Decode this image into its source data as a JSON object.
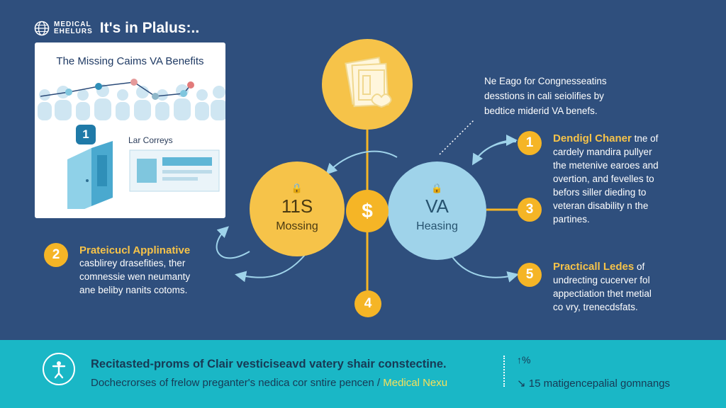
{
  "header": {
    "brand_line1": "MEDICAL",
    "brand_line2": "EHELURS",
    "title": "It's in Plalus:.."
  },
  "card": {
    "title": "The Missing Caims VA Benefits",
    "badge": "1",
    "label": "Lar Correys"
  },
  "center": {
    "missing_amount": "11S",
    "missing_label": "Mossing",
    "va_title": "VA",
    "va_label": "Heasing",
    "dollar": "$"
  },
  "note": {
    "lines": [
      "Ne Eago for Congnesseatins",
      "desstions in cali seiolifies by",
      "bedtice miderid VA benefs."
    ]
  },
  "annotations": {
    "a1": {
      "num": "1",
      "title": "Dendigl Chaner",
      "title_rest": " tne of",
      "lines": [
        "cardely mandira pullyer",
        "the metenive earoes and",
        "overtion, and fevelles to",
        "befors siller dieding to",
        "veteran disability n the",
        "partines."
      ]
    },
    "a2": {
      "num": "2",
      "title": "Prateicucl Applinative",
      "lines": [
        "casblirey drasefities, ther",
        "comnessie wen neumanty",
        "ane beliby nanits cotoms."
      ]
    },
    "a3": {
      "num": "3"
    },
    "a4": {
      "num": "4"
    },
    "a5": {
      "num": "5",
      "title": "Practicall Ledes",
      "title_rest": " of",
      "lines": [
        "undrecting cucerver fol",
        "appectiation thet metial",
        "co vry, trenecdsfats."
      ]
    }
  },
  "footer": {
    "line1": "Recitasted-proms of Clair vesticiseavd vatery shair constectine.",
    "line2_prefix": "Dochecrorses of frelow preganter's nedica cor sntire pencen / ",
    "line2_highlight": "Medical Nexu",
    "stat1": "↑%",
    "stat2": "↘ 15 matigencepalial gomnangs"
  },
  "colors": {
    "background": "#2f4f7d",
    "accent_yellow": "#f6c349",
    "accent_orange": "#f5b526",
    "light_blue": "#9fd3ea",
    "footer": "#1ab7c6"
  },
  "icons": [
    "globe-icon",
    "documents-icon",
    "lock-icon",
    "person-icon"
  ]
}
